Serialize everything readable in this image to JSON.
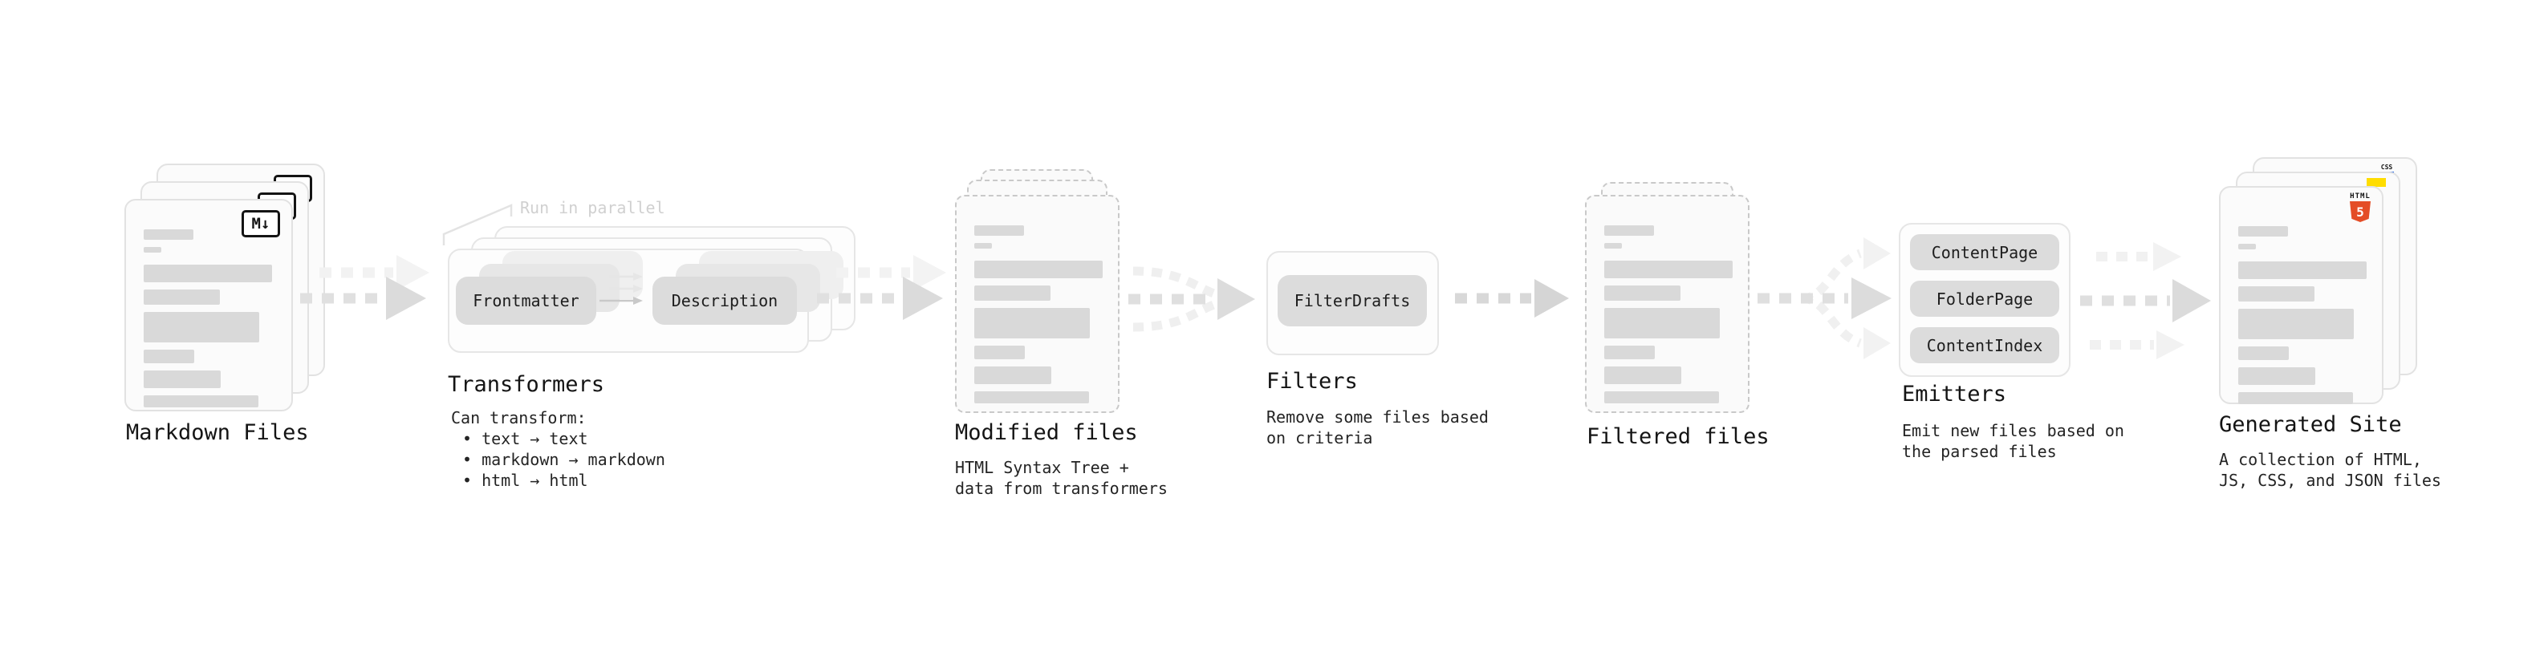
{
  "colors": {
    "html5_orange": "#e44d26",
    "js_yellow": "#ffdd00",
    "css_blue": "#2b6ae3"
  },
  "markdown_files": {
    "label": "Markdown Files",
    "icon": "M↓"
  },
  "transformers": {
    "annotation": "Run in parallel",
    "plugins": [
      "Frontmatter",
      "Description"
    ],
    "label": "Transformers",
    "desc_title": "Can transform:",
    "bullets": [
      "• text → text",
      "• markdown → markdown",
      "• html → html"
    ]
  },
  "modified_files": {
    "label": "Modified files",
    "desc_line1": "HTML Syntax Tree +",
    "desc_line2": "data from transformers"
  },
  "filters": {
    "plugin": "FilterDrafts",
    "label": "Filters",
    "desc_line1": "Remove some files based",
    "desc_line2": "on criteria"
  },
  "filtered_files": {
    "label": "Filtered files"
  },
  "emitters": {
    "plugins": [
      "ContentPage",
      "FolderPage",
      "ContentIndex"
    ],
    "label": "Emitters",
    "desc_line1": "Emit new files based on",
    "desc_line2": "the parsed files"
  },
  "generated_site": {
    "label": "Generated Site",
    "desc_line1": "A collection of HTML,",
    "desc_line2": "JS, CSS, and JSON files",
    "html5_icon_text": "HTML",
    "html5_icon_number": "5",
    "css_icon_text": "CSS"
  }
}
